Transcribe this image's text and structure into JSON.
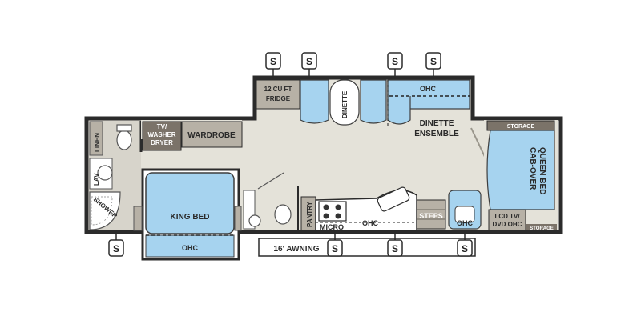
{
  "labels": {
    "linen": "LINEN",
    "lav": "LAV",
    "shower": "SHOWER",
    "tv_washer_dryer": [
      "TV/",
      "WASHER",
      "DRYER"
    ],
    "wardrobe": "WARDROBE",
    "fridge": [
      "12 CU FT",
      "FRIDGE"
    ],
    "dinette": "DINETTE",
    "ohc": "OHC",
    "dinette_ensemble": [
      "DINETTE",
      "ENSEMBLE"
    ],
    "storage": "STORAGE",
    "cab_over": [
      "CAB-OVER",
      "QUEEN BED"
    ],
    "king_bed": "KING BED",
    "pantry": "PANTRY",
    "micro": "MICRO",
    "steps": "STEPS",
    "lcd_tv": [
      "LCD TV/",
      "DVD OHC"
    ],
    "awning": "16' AWNING"
  },
  "slide_marker": "S",
  "colors": {
    "wall": "#2b2b2b",
    "floor": "#e4e2d9",
    "blue": "#a6d3ef",
    "blue_dark": "#6fb2dc",
    "cabinet": "#b7b1a6",
    "wood": "#7b7369"
  }
}
